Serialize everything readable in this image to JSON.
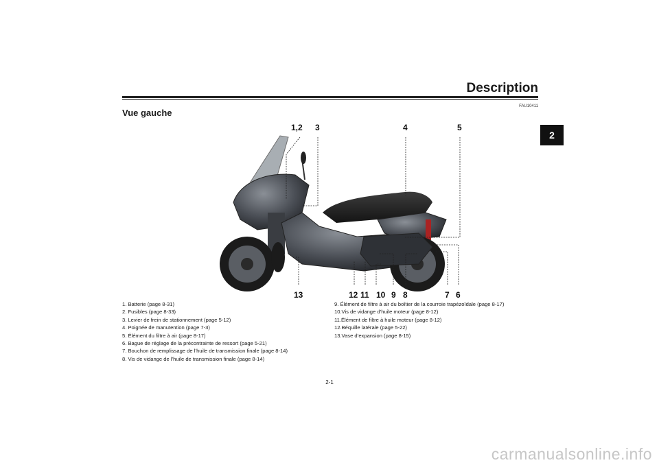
{
  "header": {
    "title": "Description",
    "chapter_tab": "2",
    "code": "FAU10411"
  },
  "section": {
    "title": "Vue gauche"
  },
  "callouts": {
    "c1": "1,2",
    "c3": "3",
    "c4": "4",
    "c5": "5",
    "c13": "13",
    "c12": "12",
    "c11": "11",
    "c10": "10",
    "c9": "9",
    "c8": "8",
    "c7": "7",
    "c6": "6"
  },
  "legend_left": [
    "1. Batterie (page 8-31)",
    "2. Fusibles (page 8-33)",
    "3. Levier de frein de stationnement (page 5-12)",
    "4. Poignée de manutention (page 7-3)",
    "5. Élément du filtre à air (page 8-17)",
    "6. Bague de réglage de la précontrainte de ressort (page 5-21)",
    "7. Bouchon de remplissage de l’huile de transmission finale (page 8-14)",
    "8. Vis de vidange de l’huile de transmission finale (page 8-14)"
  ],
  "legend_right": [
    "9.  Élément de filtre à air du boîtier de la courroie trapézoïdale (page 8-17)",
    "10.Vis de vidange d’huile moteur (page 8-12)",
    "11.Élément de filtre à huile moteur (page 8-12)",
    "12.Béquille latérale (page 5-22)",
    "13.Vase d’expansion (page 8-15)"
  ],
  "footer": {
    "page": "2-1",
    "watermark": "carmanualsonline.info"
  }
}
